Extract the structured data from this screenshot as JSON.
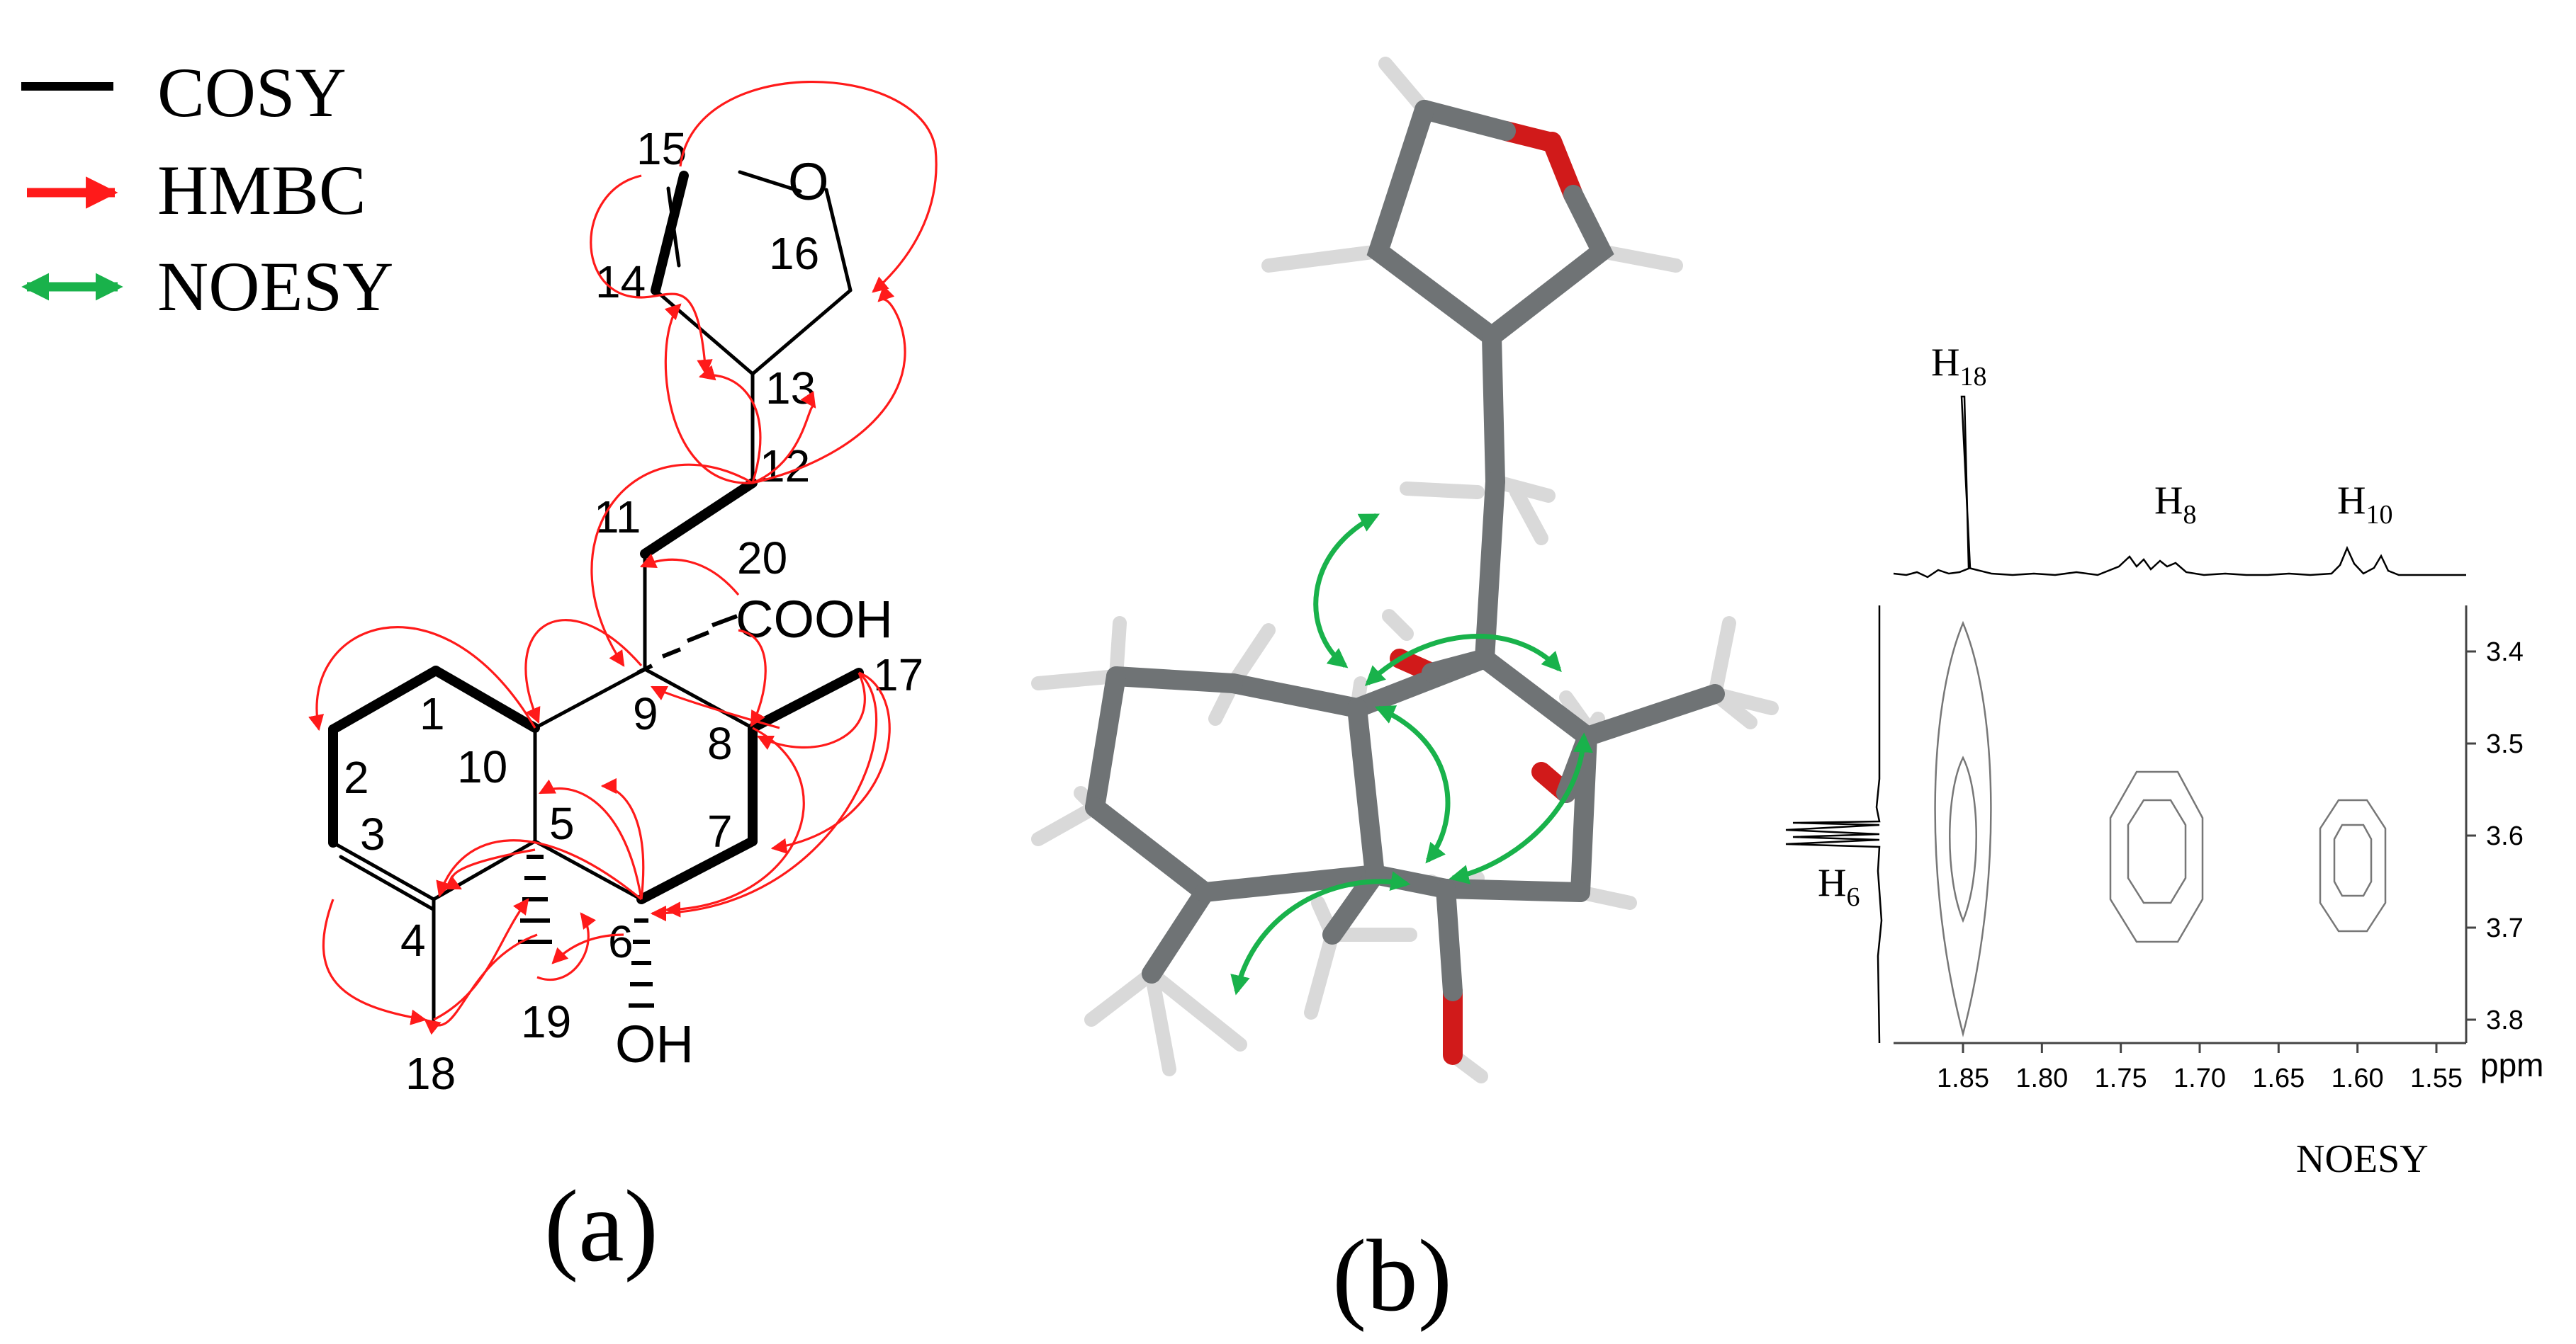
{
  "legend": {
    "cosy": "COSY",
    "hmbc": "HMBC",
    "noesy": "NOESY"
  },
  "structure": {
    "atoms": {
      "c1": "1",
      "c2": "2",
      "c3": "3",
      "c4": "4",
      "c5": "5",
      "c6": "6",
      "c7": "7",
      "c8": "8",
      "c9": "9",
      "c10": "10",
      "c11": "11",
      "c12": "12",
      "c13": "13",
      "c14": "14",
      "c15": "15",
      "c16": "16",
      "c17": "17",
      "c18": "18",
      "c19": "19",
      "c20": "20"
    },
    "oxygen": "O",
    "carboxyl": "COOH",
    "hydroxyl": "OH"
  },
  "panels": {
    "a": "(a)",
    "b": "(b)"
  },
  "spectrum": {
    "title": "NOESY",
    "unit": "ppm",
    "peaks_top": [
      "H",
      "H",
      "H"
    ],
    "peaks_top_sub": [
      "18",
      "8",
      "10"
    ],
    "peak_left": "H",
    "peak_left_sub": "6",
    "x_ticks": [
      "1.85",
      "1.80",
      "1.75",
      "1.70",
      "1.65",
      "1.60",
      "1.55"
    ],
    "x_tick_values": [
      1.85,
      1.8,
      1.75,
      1.7,
      1.65,
      1.6,
      1.55
    ],
    "y_ticks": [
      "3.4",
      "3.5",
      "3.6",
      "3.7",
      "3.8"
    ],
    "y_tick_values": [
      3.4,
      3.5,
      3.6,
      3.7,
      3.8
    ]
  },
  "colors": {
    "cosy": "#000000",
    "hmbc": "#ff1a1a",
    "noesy": "#19b24b",
    "model_carbon": "#6f7375",
    "model_hydrogen": "#d9d9d9",
    "model_oxygen": "#d11a1a"
  }
}
